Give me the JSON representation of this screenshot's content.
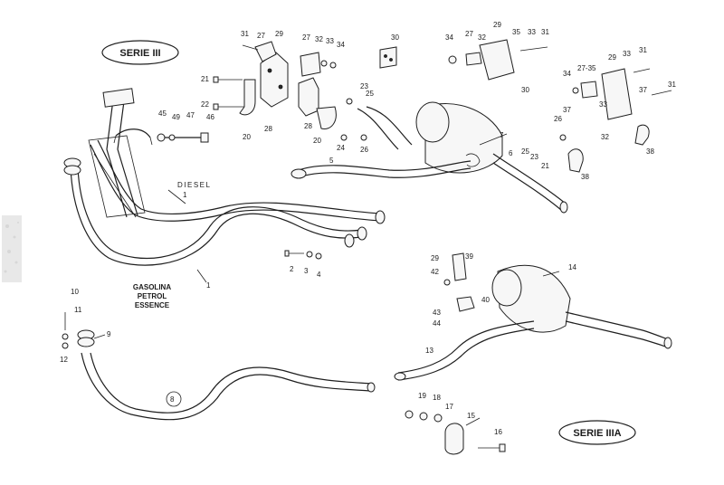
{
  "labels": {
    "serie_iii": "SERIE III",
    "serie_iiia": "SERIE IIIA",
    "diesel": "DIESEL",
    "fuel_1": "GASOLINA",
    "fuel_2": "PETROL",
    "fuel_3": "ESSENCE"
  },
  "callouts": {
    "c31a": "31",
    "c27a": "27",
    "c29a": "29",
    "c27b": "27",
    "c32a": "32",
    "c33a": "33",
    "c34a": "34",
    "c30a": "30",
    "c34b": "34",
    "c27c": "27",
    "c32b": "32",
    "c29b": "29",
    "c35": "35",
    "c33b": "33",
    "c31b": "31",
    "c30b": "30",
    "c33c": "33",
    "c31c": "31",
    "c34c": "34",
    "c2735": "27-35",
    "c29c": "29",
    "c31d": "31",
    "c37a": "37",
    "c21a": "21",
    "c22": "22",
    "c20a": "20",
    "c28a": "28",
    "c23a": "23",
    "c25a": "25",
    "c28b": "28",
    "c20b": "20",
    "c24": "24",
    "c26a": "26",
    "c45": "45",
    "c49": "49",
    "c47": "47",
    "c46": "46",
    "c7": "7",
    "c6": "6",
    "c25b": "25",
    "c23b": "23",
    "c21b": "21",
    "c5": "5",
    "c26b": "26",
    "c37b": "37",
    "c33d": "33",
    "c32c": "32",
    "c38a": "38",
    "c38b": "38",
    "c1a": "1",
    "c1b": "1",
    "c2": "2",
    "c3": "3",
    "c4": "4",
    "c29d": "29",
    "c39": "39",
    "c42": "42",
    "c14": "14",
    "c40": "40",
    "c43": "43",
    "c44": "44",
    "c13": "13",
    "c10": "10",
    "c11": "11",
    "c9": "9",
    "c12": "12",
    "c8": "8",
    "c19": "19",
    "c18": "18",
    "c17": "17",
    "c15": "15",
    "c16": "16"
  },
  "colors": {
    "ink": "#1f1f1f",
    "paper": "#ffffff"
  }
}
